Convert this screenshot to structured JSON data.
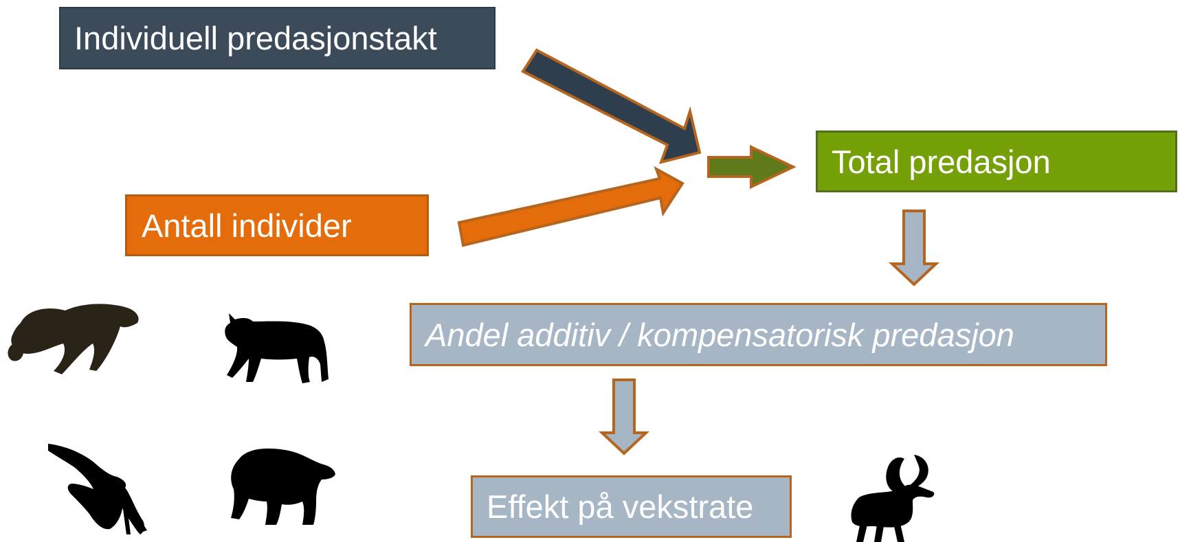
{
  "boxes": {
    "individuell": "Individuell predasjonstakt",
    "antall": "Antall individer",
    "total": "Total predasjon",
    "andel": "Andel additiv / kompensatorisk predasjon",
    "effekt": "Effekt på vekstrate"
  },
  "colors": {
    "individuell": "#3b4b5a",
    "antall": "#e46c0a",
    "total": "#76a008",
    "andel": "#a6b6c5",
    "effekt": "#a6b6c5",
    "arrow_outline": "#b5651d",
    "green_arrow": "#5f7a1a"
  },
  "icons": [
    "wolverine-icon",
    "lynx-icon",
    "eagle-icon",
    "bear-icon",
    "reindeer-icon"
  ]
}
